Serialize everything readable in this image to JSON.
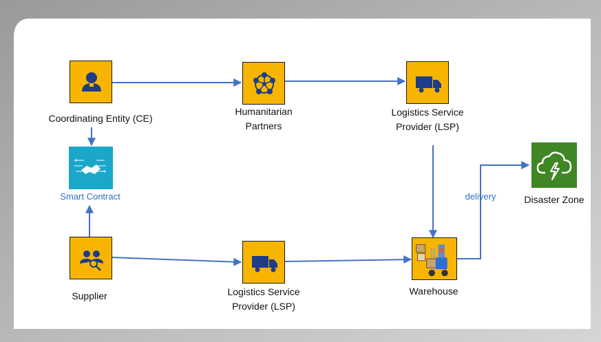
{
  "nodes": {
    "ce": {
      "label": "Coordinating Entity (CE)",
      "icon": "person-icon",
      "color": "#f7b500"
    },
    "partners": {
      "label_line1": "Humanitarian",
      "label_line2": "Partners",
      "icon": "network-icon",
      "color": "#f7b500"
    },
    "lsp_top": {
      "label_line1": "Logistics Service",
      "label_line2": "Provider (LSP)",
      "icon": "truck-icon",
      "color": "#f7b500"
    },
    "smart_contract": {
      "label": "Smart Contract",
      "icon": "handshake-icon",
      "color": "#1aa7c9"
    },
    "supplier": {
      "label": "Supplier",
      "icon": "people-search-icon",
      "color": "#f7b500"
    },
    "lsp_bottom": {
      "label_line1": "Logistics Service",
      "label_line2": "Provider (LSP)",
      "icon": "truck-icon",
      "color": "#f7b500"
    },
    "warehouse": {
      "label": "Warehouse",
      "icon": "forklift-icon",
      "color": "#f7b500"
    },
    "disaster_zone": {
      "label": "Disaster Zone",
      "icon": "cloud-lightning-icon",
      "color": "#3f8624"
    }
  },
  "edge_labels": {
    "delivery": "delivery"
  },
  "colors": {
    "edge": "#4472c4",
    "node_fill": "#f7b500",
    "label_blue": "#2f6fbf"
  }
}
